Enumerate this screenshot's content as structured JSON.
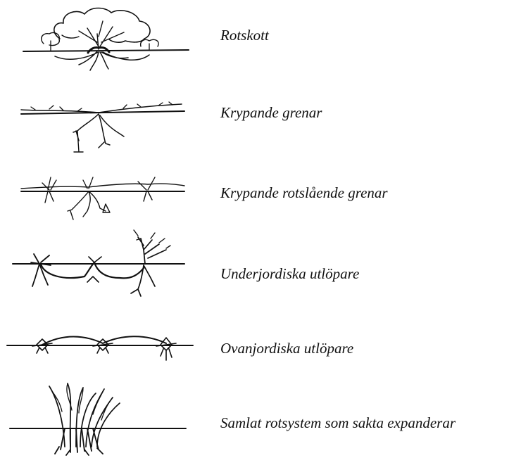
{
  "items": [
    {
      "label": "Rotskott",
      "icon": "root-suckers-sketch"
    },
    {
      "label": "Krypande grenar",
      "icon": "creeping-branches-sketch"
    },
    {
      "label": "Krypande rotslående grenar",
      "icon": "creeping-rooting-branches-sketch"
    },
    {
      "label": "Underjordiska utlöpare",
      "icon": "underground-runners-sketch"
    },
    {
      "label": "Ovanjordiska utlöpare",
      "icon": "aboveground-runners-sketch"
    },
    {
      "label": "Samlat rotsystem som sakta expanderar",
      "icon": "clumped-root-system-sketch"
    }
  ]
}
